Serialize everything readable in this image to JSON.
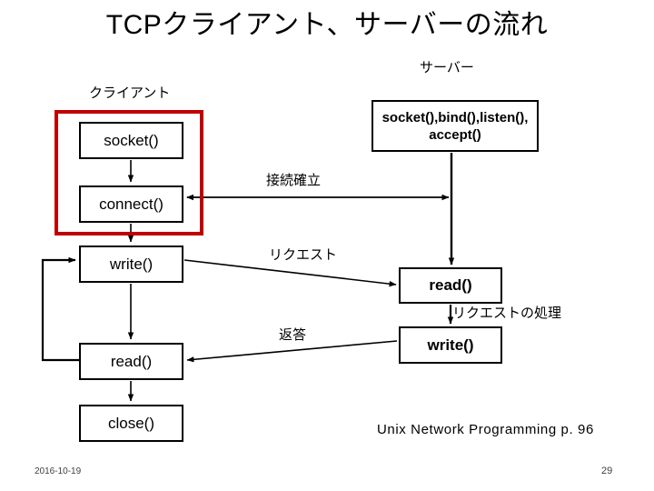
{
  "slide": {
    "title": "TCPクライアント、サーバーの流れ",
    "client_label": "クライアント",
    "server_label": "サーバー",
    "credit": "Unix Network Programming p. 96",
    "date": "2016-10-19",
    "page_number": "29",
    "highlight_color": "#c00000",
    "line_color": "#000000",
    "background": "#ffffff"
  },
  "client_boxes": [
    {
      "id": "socket",
      "label": "socket()"
    },
    {
      "id": "connect",
      "label": "connect()"
    },
    {
      "id": "write",
      "label": "write()"
    },
    {
      "id": "read",
      "label": "read()"
    },
    {
      "id": "close",
      "label": "close()"
    }
  ],
  "server_boxes": [
    {
      "id": "init",
      "label": "socket(),bind(),listen(), accept()"
    },
    {
      "id": "read",
      "label": "read()"
    },
    {
      "id": "write",
      "label": "write()"
    }
  ],
  "flow_labels": {
    "establish": "接続確立",
    "request": "リクエスト",
    "response": "返答",
    "processing": "リクエストの処理"
  }
}
